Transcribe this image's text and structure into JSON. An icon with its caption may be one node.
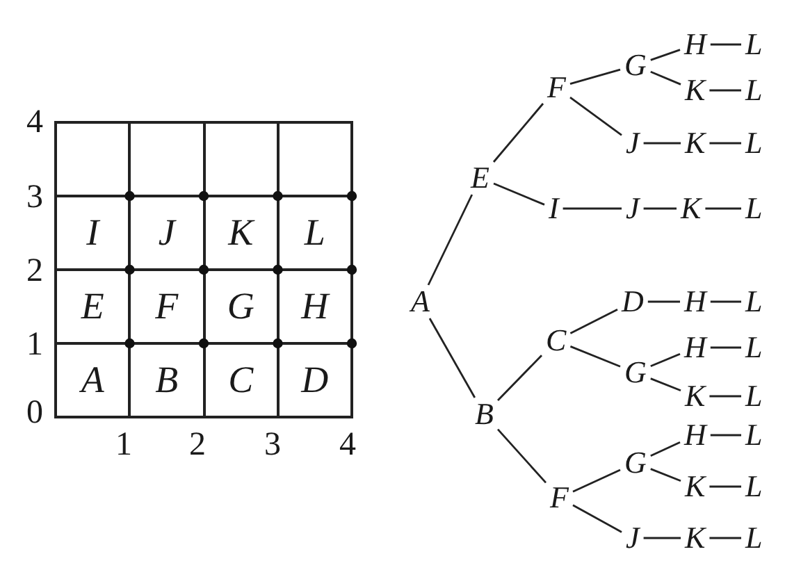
{
  "diagram": {
    "nodes": [
      {
        "text": [],
        "shape": "box"
      },
      {
        "text": [],
        "shape": "box"
      },
      {
        "text": [],
        "shape": "box"
      },
      {
        "text": [],
        "shape": "box"
      },
      {
        "text": [
          "I"
        ]
      },
      {
        "text": [
          "J"
        ]
      },
      {
        "text": [
          "K"
        ]
      },
      {
        "text": [
          "L"
        ]
      },
      {
        "text": [
          "E"
        ]
      },
      {
        "text": [
          "F"
        ]
      },
      {
        "text": [
          "G"
        ]
      },
      {
        "text": [
          "H"
        ]
      },
      {
        "text": [
          "A"
        ]
      },
      {
        "text": [
          "B"
        ]
      },
      {
        "text": [
          "C"
        ]
      },
      {
        "text": [
          "D"
        ]
      },
      {
        "text": [
          "A"
        ]
      },
      {
        "text": [
          "E"
        ]
      },
      {
        "text": [
          "F"
        ]
      },
      {
        "text": [
          "G"
        ]
      },
      {
        "text": [
          "H"
        ]
      },
      {
        "text": [
          "L"
        ]
      },
      {
        "text": [
          "K"
        ]
      },
      {
        "text": [
          "L"
        ]
      },
      {
        "text": [
          "J"
        ]
      },
      {
        "text": [
          "K"
        ]
      },
      {
        "text": [
          "L"
        ]
      },
      {
        "text": [
          "I"
        ]
      },
      {
        "text": [
          "J"
        ]
      },
      {
        "text": [
          "K"
        ]
      },
      {
        "text": [
          "L"
        ]
      },
      {
        "text": [
          "B"
        ]
      },
      {
        "text": [
          "C"
        ]
      },
      {
        "text": [
          "D"
        ]
      },
      {
        "text": [
          "H"
        ]
      },
      {
        "text": [
          "L"
        ]
      },
      {
        "text": [
          "G"
        ]
      },
      {
        "text": [
          "H"
        ]
      },
      {
        "text": [
          "L"
        ]
      },
      {
        "text": [
          "K"
        ]
      },
      {
        "text": [
          "L"
        ]
      },
      {
        "text": [
          "F"
        ]
      },
      {
        "text": [
          "G"
        ]
      },
      {
        "text": [
          "H"
        ]
      },
      {
        "text": [
          "L"
        ]
      },
      {
        "text": [
          "K"
        ]
      },
      {
        "text": [
          "L"
        ]
      },
      {
        "text": [
          "J"
        ]
      },
      {
        "text": [
          "K"
        ]
      },
      {
        "text": [
          "L"
        ]
      }
    ],
    "edges": [
      {
        "from": 16,
        "to": 17,
        "arrow": "none"
      },
      {
        "from": 17,
        "to": 18,
        "arrow": "none"
      },
      {
        "from": 18,
        "to": 19,
        "arrow": "none"
      },
      {
        "from": 19,
        "to": 20,
        "arrow": "none"
      },
      {
        "from": 20,
        "to": 21,
        "arrow": "none"
      },
      {
        "from": 19,
        "to": 22,
        "arrow": "none"
      },
      {
        "from": 22,
        "to": 23,
        "arrow": "none"
      },
      {
        "from": 18,
        "to": 24,
        "arrow": "none"
      },
      {
        "from": 24,
        "to": 25,
        "arrow": "none"
      },
      {
        "from": 25,
        "to": 26,
        "arrow": "none"
      },
      {
        "from": 17,
        "to": 27,
        "arrow": "none"
      },
      {
        "from": 27,
        "to": 28,
        "arrow": "none"
      },
      {
        "from": 28,
        "to": 29,
        "arrow": "none"
      },
      {
        "from": 29,
        "to": 30,
        "arrow": "none"
      },
      {
        "from": 16,
        "to": 31,
        "arrow": "none"
      },
      {
        "from": 31,
        "to": 32,
        "arrow": "none"
      },
      {
        "from": 32,
        "to": 33,
        "arrow": "none"
      },
      {
        "from": 33,
        "to": 34,
        "arrow": "none"
      },
      {
        "from": 34,
        "to": 35,
        "arrow": "none"
      },
      {
        "from": 32,
        "to": 36,
        "arrow": "none"
      },
      {
        "from": 36,
        "to": 37,
        "arrow": "none"
      },
      {
        "from": 37,
        "to": 38,
        "arrow": "none"
      },
      {
        "from": 36,
        "to": 39,
        "arrow": "none"
      },
      {
        "from": 39,
        "to": 40,
        "arrow": "none"
      },
      {
        "from": 31,
        "to": 41,
        "arrow": "none"
      },
      {
        "from": 41,
        "to": 42,
        "arrow": "none"
      },
      {
        "from": 42,
        "to": 43,
        "arrow": "none"
      },
      {
        "from": 43,
        "to": 44,
        "arrow": "none"
      },
      {
        "from": 42,
        "to": 45,
        "arrow": "none"
      },
      {
        "from": 45,
        "to": 46,
        "arrow": "none"
      },
      {
        "from": 41,
        "to": 47,
        "arrow": "none"
      },
      {
        "from": 47,
        "to": 48,
        "arrow": "none"
      },
      {
        "from": 48,
        "to": 49,
        "arrow": "none"
      }
    ],
    "labels": [
      "4",
      "3",
      "2",
      "1",
      "0",
      "1",
      "2",
      "3",
      "4"
    ]
  }
}
